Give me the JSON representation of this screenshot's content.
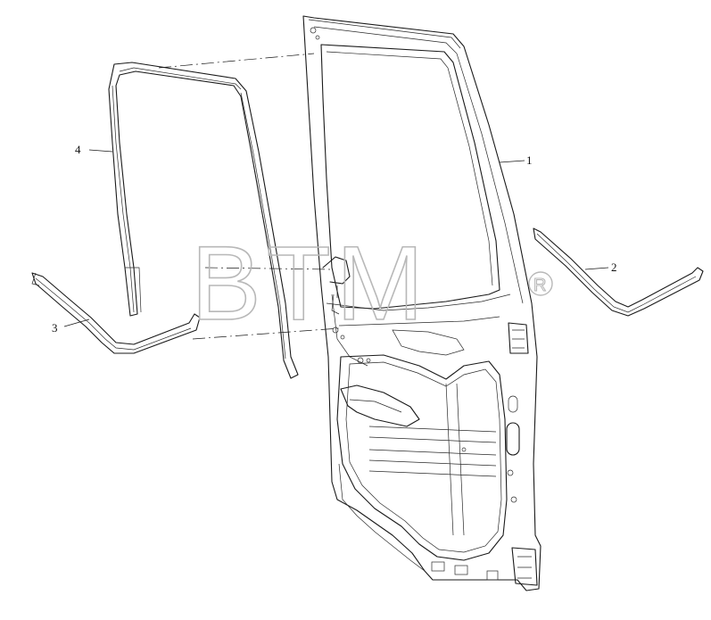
{
  "watermark": {
    "text": "BTM",
    "registered_mark": "®"
  },
  "callouts": [
    {
      "id": "1",
      "label": "1"
    },
    {
      "id": "2",
      "label": "2"
    },
    {
      "id": "3",
      "label": "3"
    },
    {
      "id": "4",
      "label": "4"
    }
  ],
  "colors": {
    "line": "#1a1a1a",
    "watermark": "#b8b8b8",
    "background": "#ffffff"
  }
}
